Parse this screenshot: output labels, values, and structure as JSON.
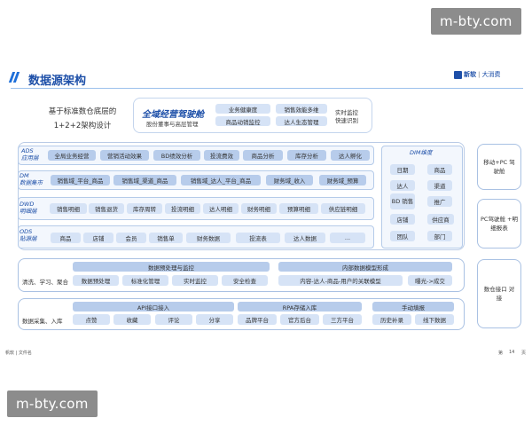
{
  "watermark": {
    "text": "m-bty.com"
  },
  "header": {
    "title": "数据源架构",
    "logo_a": "新软",
    "logo_b": "大消费"
  },
  "intro": {
    "line1": "基于标准数仓底层的",
    "line2": "1+2+2架构设计"
  },
  "cockpit": {
    "title": "全域经营驾驶舱",
    "subtitle": "股份董事与高层管理",
    "items": [
      "业务健康度",
      "销售效能多维",
      "商品动销监控",
      "达人生态管理"
    ],
    "realtime_1": "实时监控",
    "realtime_2": "快速识别"
  },
  "layers": [
    {
      "code": "ADS",
      "name": "应用层",
      "items": [
        "全局业务经营",
        "营销活动效果",
        "BD绩效分析",
        "投流费效",
        "商品分析",
        "库存分析",
        "达人孵化"
      ]
    },
    {
      "code": "DM",
      "name": "数据集市",
      "items": [
        "销售域_平台_商品",
        "销售域_渠道_商品",
        "销售域_达人_平台_商品",
        "财务域_收入",
        "财务域_预算"
      ]
    },
    {
      "code": "DWD",
      "name": "明细层",
      "items": [
        "销售明细",
        "销售退货",
        "库存周转",
        "投流明细",
        "达人明细",
        "财务明细",
        "预算明细",
        "供应链明细"
      ]
    },
    {
      "code": "ODS",
      "name": "贴源层",
      "items": [
        "商品",
        "店铺",
        "会员",
        "销售单",
        "财务数据",
        "投流表",
        "达人数据",
        "..."
      ]
    }
  ],
  "dim": {
    "title": "DIM维度",
    "items": [
      "日期",
      "商品",
      "达人",
      "渠道",
      "BD 销售",
      "推广",
      "店铺",
      "供应商",
      "团队",
      "部门"
    ]
  },
  "right_boxes": {
    "box1": "移动+PC 驾驶舱",
    "box2": "PC驾驶舱 +明细报表",
    "box3": "数仓接口 对接"
  },
  "process": {
    "left_label": "清洗、学习、聚合",
    "header_1": "数据预处理与监控",
    "header_2": "内部数据模型形成",
    "items_1": [
      "数据预处理",
      "标准化管理",
      "实时监控",
      "安全检查"
    ],
    "items_2": [
      "内容-达人-商品-用户的关联模型",
      "曝光->成交"
    ]
  },
  "ingest": {
    "left_label": "数据采集、入库",
    "header_1": "API接口接入",
    "header_2": "RPA存储入库",
    "header_3": "手动填报",
    "items_1": [
      "点赞",
      "收藏",
      "评论",
      "分享"
    ],
    "items_2": [
      "品牌平台",
      "官方后台",
      "三方平台"
    ],
    "items_3": [
      "历史补录",
      "线下数据"
    ]
  },
  "footer": {
    "left": "帆软 | 文件名",
    "mid_a": "第",
    "page": "14",
    "mid_b": "页"
  }
}
